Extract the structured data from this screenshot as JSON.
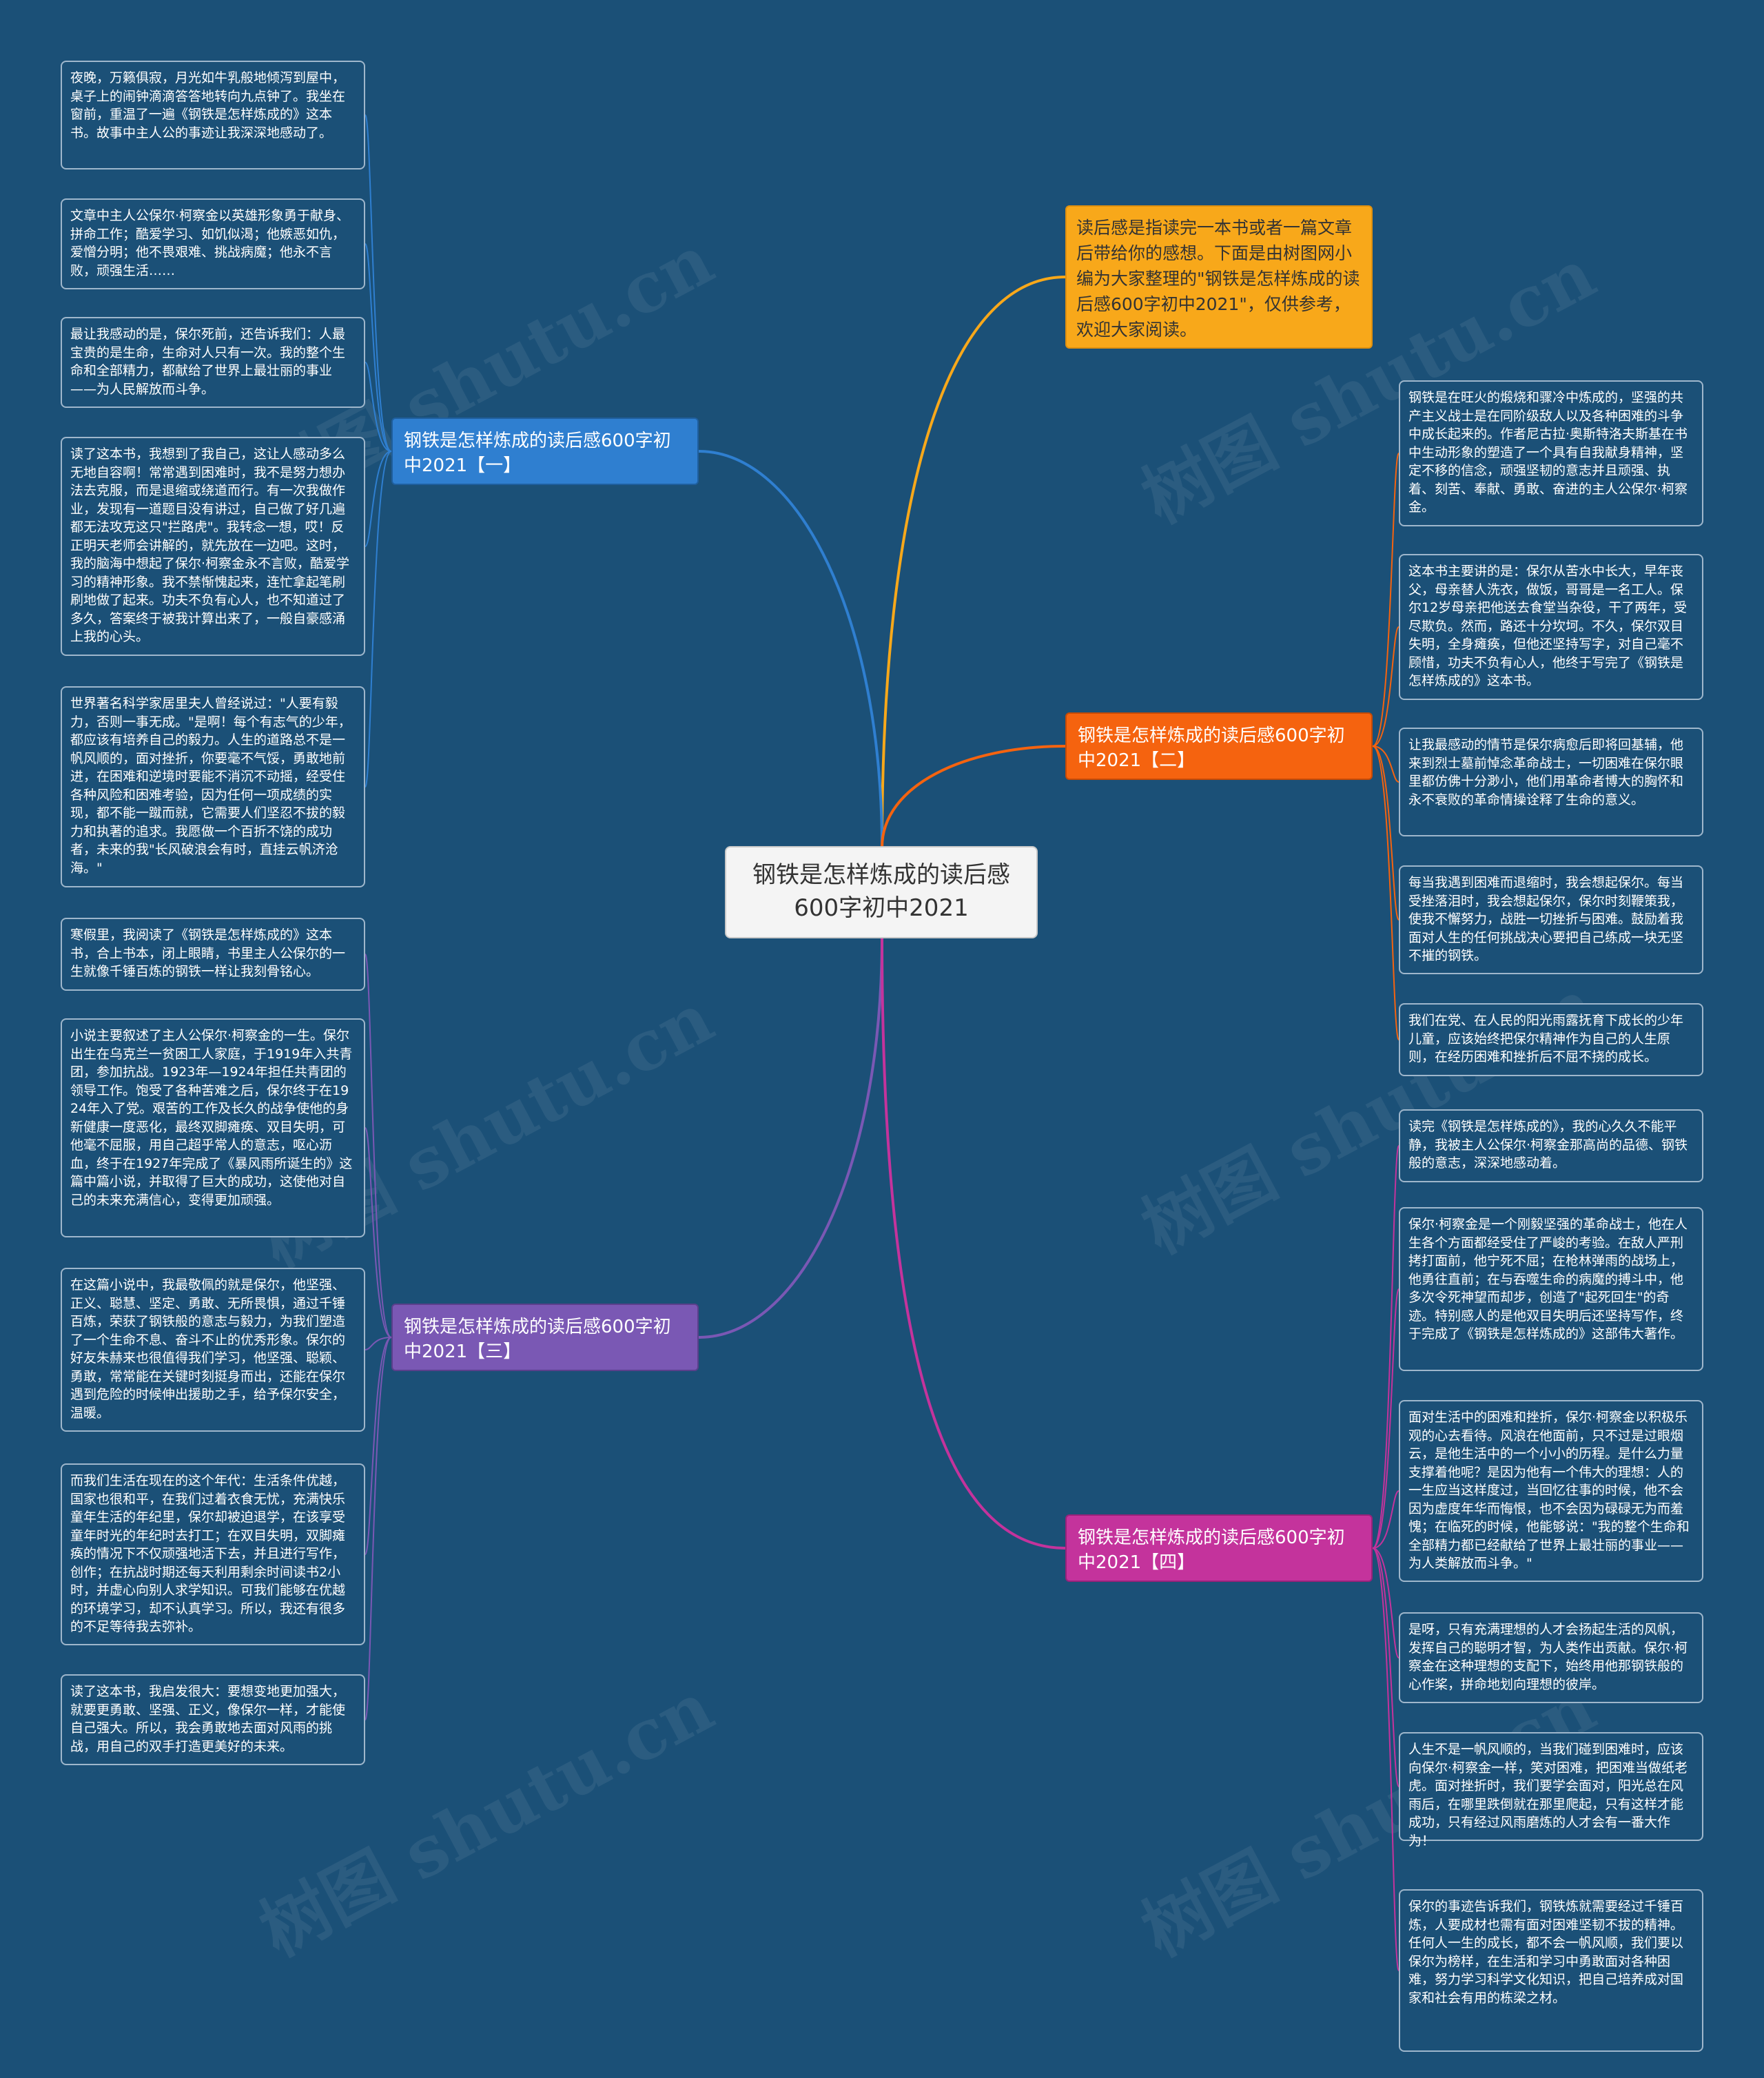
{
  "colors": {
    "background": "#1b5077",
    "intro": "#f8a81a",
    "branch1": "#2f7fd0",
    "branch2": "#f5630f",
    "branch3": "#7a58b4",
    "branch4": "#c4339c"
  },
  "root": {
    "title": "钢铁是怎样炼成的读后感600字初中2021"
  },
  "intro": {
    "text": "读后感是指读完一本书或者一篇文章后带给你的感想。下面是由树图网小编为大家整理的\"钢铁是怎样炼成的读后感600字初中2021\"，仅供参考，欢迎大家阅读。"
  },
  "branches": [
    {
      "label": "钢铁是怎样炼成的读后感600字初中2021【一】",
      "leaves": [
        "夜晚，万籁俱寂，月光如牛乳般地倾泻到屋中，桌子上的闹钟滴滴答答地转向九点钟了。我坐在窗前，重温了一遍《钢铁是怎样炼成的》这本书。故事中主人公的事迹让我深深地感动了。",
        "文章中主人公保尔·柯察金以英雄形象勇于献身、拼命工作；酷爱学习、如饥似渴；他嫉恶如仇，爱憎分明；他不畏艰难、挑战病魔；他永不言败，顽强生活……",
        "最让我感动的是，保尔死前，还告诉我们：人最宝贵的是生命，生命对人只有一次。我的整个生命和全部精力，都献给了世界上最壮丽的事业——为人民解放而斗争。",
        "读了这本书，我想到了我自己，这让人感动多么无地自容啊！常常遇到困难时，我不是努力想办法去克服，而是退缩或绕道而行。有一次我做作业，发现有一道题目没有讲过，自己做了好几遍都无法攻克这只\"拦路虎\"。我转念一想，哎！反正明天老师会讲解的，就先放在一边吧。这时，我的脑海中想起了保尔·柯察金永不言败，酷爱学习的精神形象。我不禁惭愧起来，连忙拿起笔刷刷地做了起来。功夫不负有心人，也不知道过了多久，答案终于被我计算出来了，一般自豪感涌上我的心头。",
        "世界著名科学家居里夫人曾经说过：\"人要有毅力，否则一事无成。\"是啊！每个有志气的少年，都应该有培养自己的毅力。人生的道路总不是一帆风顺的，面对挫折，你要毫不气馁，勇敢地前进，在困难和逆境时要能不消沉不动摇，经受住各种风险和困难考验，因为任何一项成绩的实现，都不能一蹴而就，它需要人们坚忍不拔的毅力和执著的追求。我愿做一个百折不饶的成功者，未来的我\"长风破浪会有时，直挂云帆济沧海。\""
      ]
    },
    {
      "label": "钢铁是怎样炼成的读后感600字初中2021【二】",
      "leaves": [
        "钢铁是在旺火的煅烧和骤冷中炼成的，坚强的共产主义战士是在同阶级敌人以及各种困难的斗争中成长起来的。作者尼古拉·奥斯特洛夫斯基在书中生动形象的塑造了一个具有自我献身精神，坚定不移的信念，顽强坚韧的意志并且顽强、执着、刻苦、奉献、勇敢、奋进的主人公保尔·柯察金。",
        "这本书主要讲的是：保尔从苦水中长大，早年丧父，母亲替人洗衣，做饭，哥哥是一名工人。保尔12岁母亲把他送去食堂当杂役，干了两年，受尽欺负。然而，路还十分坎坷。不久，保尔双目失明，全身瘫痪，但他还坚持写字，对自己毫不顾惜，功夫不负有心人，他终于写完了《钢铁是怎样炼成的》这本书。",
        "让我最感动的情节是保尔病愈后即将回基辅，他来到烈士墓前悼念革命战士，一切困难在保尔眼里都仿佛十分渺小，他们用革命者博大的胸怀和永不衰败的革命情操诠释了生命的意义。",
        "每当我遇到困难而退缩时，我会想起保尔。每当受挫落泪时，我会想起保尔，保尔时刻鞭策我，使我不懈努力，战胜一切挫折与困难。鼓励着我面对人生的任何挑战决心要把自己练成一块无坚不摧的钢铁。",
        "我们在党、在人民的阳光雨露抚育下成长的少年儿童，应该始终把保尔精神作为自己的人生原则，在经历困难和挫折后不屈不挠的成长。"
      ]
    },
    {
      "label": "钢铁是怎样炼成的读后感600字初中2021【三】",
      "leaves": [
        "寒假里，我阅读了《钢铁是怎样炼成的》这本书，合上书本，闭上眼睛，书里主人公保尔的一生就像千锤百炼的钢铁一样让我刻骨铭心。",
        "小说主要叙述了主人公保尔·柯察金的一生。保尔出生在乌克兰一贫困工人家庭，于1919年入共青团，参加抗战。1923年—1924年担任共青团的领导工作。饱受了各种苦难之后，保尔终于在1924年入了党。艰苦的工作及长久的战争使他的身新健康一度恶化，最终双脚瘫痪、双目失明，可他毫不屈服，用自己超乎常人的意志，呕心沥血，终于在1927年完成了《暴风雨所诞生的》这篇中篇小说，并取得了巨大的成功，这使他对自己的未来充满信心，变得更加顽强。",
        "在这篇小说中，我最敬佩的就是保尔，他坚强、正义、聪慧、坚定、勇敢、无所畏惧，通过千锤百炼，荣获了钢铁般的意志与毅力，为我们塑造了一个生命不息、奋斗不止的优秀形象。保尔的好友朱赫来也很值得我们学习，他坚强、聪颖、勇敢，常常能在关键时刻挺身而出，还能在保尔遇到危险的时候伸出援助之手，给予保尔安全，温暖。",
        "而我们生活在现在的这个年代：生活条件优越，国家也很和平，在我们过着衣食无忧，充满快乐童年生活的年纪里，保尔却被迫退学，在该享受童年时光的年纪时去打工；在双目失明，双脚瘫痪的情况下不仅顽强地活下去，并且进行写作，创作；在抗战时期还每天利用剩余时间读书2小时，并虚心向别人求学知识。可我们能够在优越的环境学习，却不认真学习。所以，我还有很多的不足等待我去弥补。",
        "读了这本书，我启发很大：要想变地更加强大，就要更勇敢、坚强、正义，像保尔一样，才能使自己强大。所以，我会勇敢地去面对风雨的挑战，用自己的双手打造更美好的未来。"
      ]
    },
    {
      "label": "钢铁是怎样炼成的读后感600字初中2021【四】",
      "leaves": [
        "读完《钢铁是怎样炼成的》，我的心久久不能平静，我被主人公保尔·柯察金那高尚的品德、钢铁般的意志，深深地感动着。",
        "保尔·柯察金是一个刚毅坚强的革命战士，他在人生各个方面都经受住了严峻的考验。在敌人严刑拷打面前，他宁死不屈；在枪林弹雨的战场上，他勇往直前；在与吞噬生命的病魔的搏斗中，他多次令死神望而却步，创造了\"起死回生\"的奇迹。特别感人的是他双目失明后还坚持写作，终于完成了《钢铁是怎样炼成的》这部伟大著作。",
        "面对生活中的困难和挫折，保尔·柯察金以积极乐观的心去看待。风浪在他面前，只不过是过眼烟云，是他生活中的一个小小的历程。是什么力量支撑着他呢？是因为他有一个伟大的理想：人的一生应当这样度过，当回忆往事的时候，他不会因为虚度年华而悔恨，也不会因为碌碌无为而羞愧；在临死的时候，他能够说：\"我的整个生命和全部精力都已经献给了世界上最壮丽的事业——为人类解放而斗争。\"",
        "是呀，只有充满理想的人才会扬起生活的风帆，发挥自己的聪明才智，为人类作出贡献。保尔·柯察金在这种理想的支配下，始终用他那钢铁般的心作桨，拼命地划向理想的彼岸。",
        "人生不是一帆风顺的，当我们碰到困难时，应该向保尔·柯察金一样，笑对困难，把困难当做纸老虎。面对挫折时，我们要学会面对，阳光总在风雨后，在哪里跌倒就在那里爬起，只有这样才能成功，只有经过风雨磨炼的人才会有一番大作为！",
        "保尔的事迹告诉我们，钢铁炼就需要经过千锤百炼，人要成材也需有面对困难坚韧不拔的精神。任何人一生的成长，都不会一帆风顺，我们要以保尔为榜样，在生活和学习中勇敢面对各种困难，努力学习科学文化知识，把自己培养成对国家和社会有用的栋梁之材。"
      ]
    }
  ]
}
